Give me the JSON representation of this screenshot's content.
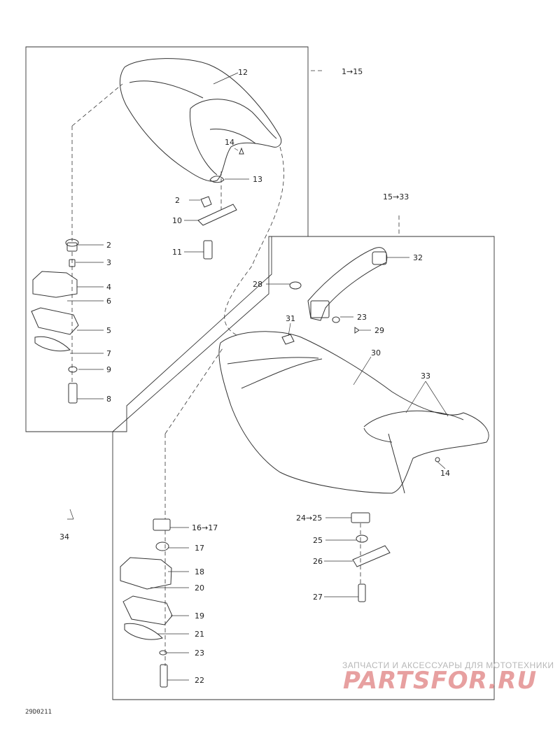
{
  "callouts": {
    "p1_15": "1→15",
    "p12": "12",
    "p14a": "14",
    "p13": "13",
    "p2a": "2",
    "p10": "10",
    "p11": "11",
    "p2b": "2",
    "p3": "3",
    "p4": "4",
    "p6": "6",
    "p5": "5",
    "p7": "7",
    "p9": "9",
    "p8": "8",
    "p15_33": "15→33",
    "p32": "32",
    "p28": "28",
    "p23a": "23",
    "p29": "29",
    "p31": "31",
    "p30": "30",
    "p33": "33",
    "p14b": "14",
    "p34": "34",
    "p16_17": "16→17",
    "p17": "17",
    "p18": "18",
    "p20": "20",
    "p19": "19",
    "p21": "21",
    "p23b": "23",
    "p22": "22",
    "p24_25": "24→25",
    "p25": "25",
    "p26": "26",
    "p27": "27"
  },
  "watermark": {
    "tagline": "ЗАПЧАСТИ И АКСЕССУАРЫ ДЛЯ МОТОТЕХНИКИ",
    "logo": "PARTSFOR.RU"
  },
  "figure_code": "29D0211"
}
